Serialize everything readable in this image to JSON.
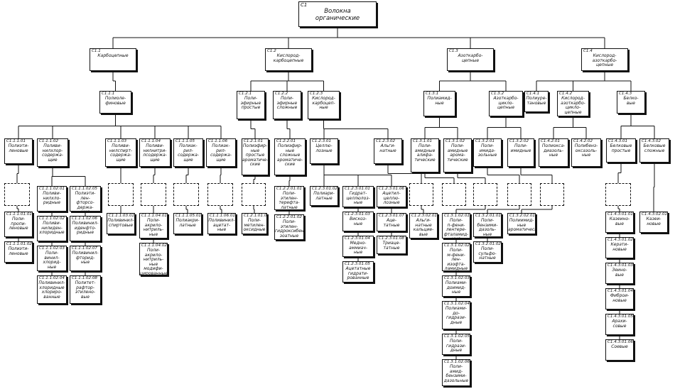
{
  "nodes": [
    {
      "id": "root",
      "code": "С1",
      "label": "Волокна\nорганические",
      "big": true
    },
    {
      "id": "c11",
      "code": "С1.1",
      "label": "Карбоцепные"
    },
    {
      "id": "c12",
      "code": "С1.2",
      "label": "Кислород-\nкарбоцепные"
    },
    {
      "id": "c13",
      "code": "С1.3",
      "label": "Азоткарбо-\nцепные"
    },
    {
      "id": "c14",
      "code": "С1.4",
      "label": "Кислород-\nазоткарбо-\nцепные"
    },
    {
      "id": "c111",
      "code": "С1.1.1",
      "label": "Полиоле-\nфиновые"
    },
    {
      "id": "c121",
      "code": "С1.2.1",
      "label": "Поли-\nэфирные\nпростые"
    },
    {
      "id": "c122",
      "code": "С1.2.2",
      "label": "Поли-\nэфирные\nсложные"
    },
    {
      "id": "c123",
      "code": "С1.2.3",
      "label": "Кислород-\nкарбоцеп-\nные"
    },
    {
      "id": "c131",
      "code": "С1.3.1",
      "label": "Полиамид-\nные"
    },
    {
      "id": "c132",
      "code": "С1.3.2",
      "label": "Азоткарбо-\nцикло-\nцепные"
    },
    {
      "id": "c141",
      "code": "С1.4.1",
      "label": "Полиуре-\nтановые"
    },
    {
      "id": "c142",
      "code": "С1.4.2",
      "label": "Кислород-\nазоткарбо-\nцикло-\nцепные"
    },
    {
      "id": "c143",
      "code": "С1.4.3",
      "label": "Белко-\nвые"
    },
    {
      "id": "n0101",
      "code": "С1.1.1.01",
      "label": "Полиэти-\nленовые"
    },
    {
      "id": "n0102",
      "code": "С1.1.1.02",
      "label": "Поливи-\nнилхлор-\nсодержа-\nщие"
    },
    {
      "id": "n0103",
      "code": "С1.1.1.03",
      "label": "Поливи-\nнилспирт-\nсодержа-\nщие"
    },
    {
      "id": "n0104",
      "code": "С1.1.1.04",
      "label": "Поливи-\nнилнитри-\nлсодержа-\nщие"
    },
    {
      "id": "n0105",
      "code": "С1.1.1.05",
      "label": "Полиак-\nрил-\nсодержа-\nщие"
    },
    {
      "id": "n0106",
      "code": "С1.1.1.06",
      "label": "Полиак-\nрил-\nсодержа-\nщие"
    },
    {
      "id": "n1201",
      "code": "С1.2.1.01",
      "label": "Полиэфир-\nные\nпростые\nароматиче-\nские"
    },
    {
      "id": "n1221",
      "code": "С1.2.2.01",
      "label": "Полиэфир-\nные\nсложные\nароматиче-\nские"
    },
    {
      "id": "n1231",
      "code": "С1.2.3.01",
      "label": "Целлю-\nлозные"
    },
    {
      "id": "n1232",
      "code": "С1.2.3.02",
      "label": "Альги-\nнатные"
    },
    {
      "id": "n1311",
      "code": "С1.3.1.01",
      "label": "Поли-\nамидные\nалифа-\nтические"
    },
    {
      "id": "n1312",
      "code": "С1.3.1.02",
      "label": "Поли-\nамидные\nарома-\nтические"
    },
    {
      "id": "n1321",
      "code": "С1.3.2.01",
      "label": "Поли-\nимида-\nзольные"
    },
    {
      "id": "n1322",
      "code": "С1.3.2.02",
      "label": "Поли-\nимидные"
    },
    {
      "id": "n1421",
      "code": "С1.4.2.01",
      "label": "Полиокса-\nдиазоль-\nные"
    },
    {
      "id": "n1422",
      "code": "С1.4.2.02",
      "label": "Полибенз-\nоксазоль-\nные"
    },
    {
      "id": "n1431",
      "code": "С1.4.3.01",
      "label": "Белковые\nпростые"
    },
    {
      "id": "n1432",
      "code": "С1.4.3.02",
      "label": "Белковые\nсложные"
    },
    {
      "id": "d1",
      "code": "",
      "label": "",
      "dashed": true
    },
    {
      "id": "d3",
      "code": "",
      "label": "",
      "dashed": true
    },
    {
      "id": "d4",
      "code": "",
      "label": "",
      "dashed": true
    },
    {
      "id": "d5",
      "code": "",
      "label": "",
      "dashed": true
    },
    {
      "id": "d6",
      "code": "",
      "label": "",
      "dashed": true
    },
    {
      "id": "d7",
      "code": "",
      "label": "",
      "dashed": true
    },
    {
      "id": "d8",
      "code": "",
      "label": "",
      "dashed": true
    },
    {
      "id": "d9",
      "code": "",
      "label": "",
      "dashed": true
    },
    {
      "id": "d10",
      "code": "",
      "label": "",
      "dashed": true
    },
    {
      "id": "d11",
      "code": "",
      "label": "",
      "dashed": true
    },
    {
      "id": "d12",
      "code": "",
      "label": "",
      "dashed": true
    },
    {
      "id": "d13",
      "code": "",
      "label": "",
      "dashed": true
    },
    {
      "id": "a1",
      "code": "С1.1.1.01.01",
      "label": "Поли-\nпропи-\nленовые"
    },
    {
      "id": "a2",
      "code": "С1.1.1.01.02",
      "label": "Полиэти-\nленовые"
    },
    {
      "id": "b1",
      "code": "С1.1.1.02.01",
      "label": "Поливи-\nнилхло-\nридные"
    },
    {
      "id": "b2",
      "code": "С1.1.1.02.02",
      "label": "Поливи-\nнилиден-\nхлоридные"
    },
    {
      "id": "b3",
      "code": "С1.1.1.02.03",
      "label": "Поли-\nвинил-\nхлорид-\nные"
    },
    {
      "id": "b4",
      "code": "С1.1.1.02.04",
      "label": "Поливинил-\nхлоридные\nхлориро-\nванные"
    },
    {
      "id": "c1",
      "code": "С1.1.1.02.05",
      "label": "Полиэти-\nлен-\nфторсо-\nдержа-\nщие"
    },
    {
      "id": "c2",
      "code": "С1.1.1.02.06",
      "label": "Поливинил-\nиденфто-\nридные"
    },
    {
      "id": "c3",
      "code": "С1.1.1.02.07",
      "label": "Поливинил-\nфторид-\nные"
    },
    {
      "id": "c4",
      "code": "С1.1.1.02.08",
      "label": "Политет-\nрафтор-\nэтилено-\nвые"
    },
    {
      "id": "e1",
      "code": "С1.1.1.03.01",
      "label": "Поливинил-\nспиртовые"
    },
    {
      "id": "f1",
      "code": "С1.1.1.04.01",
      "label": "Поли-\nакрило-\nнитриль-\nные"
    },
    {
      "id": "f2",
      "code": "С1.1.1.04.02",
      "label": "Поли-\nакрило-\nнитриль-\nные\nмодифи-\nцированные"
    },
    {
      "id": "g1",
      "code": "С1.1.1.05.01",
      "label": "Полиакри-\nлатные"
    },
    {
      "id": "h1",
      "code": "С1.1.1.06.01",
      "label": "Поливинил-\nацетат-\nные"
    },
    {
      "id": "i1",
      "code": "С1.2.1.01.01",
      "label": "Поли-\nметилен-\nоксидные"
    },
    {
      "id": "j1",
      "code": "С1.2.2.01.01",
      "label": "Поли-\nэтилен-\nтерефта-\nлатные"
    },
    {
      "id": "j2",
      "code": "С1.2.2.01.02",
      "label": "Поли-\nэтилен-\nгидроксибен-\nзоатные"
    },
    {
      "id": "k1",
      "code": "С1.2.3.01.02",
      "label": "Полиари-\nлатные"
    },
    {
      "id": "l1",
      "code": "С1.2.3.01.01",
      "label": "Гидрат-\nцеллюлоз-\nные"
    },
    {
      "id": "l2",
      "code": "С1.2.3.01.03",
      "label": "Вискоз-\nные"
    },
    {
      "id": "l3",
      "code": "С1.2.3.01.04",
      "label": "Медно-\nаммиач-\nные"
    },
    {
      "id": "l4",
      "code": "С1.2.3.01.05",
      "label": "Ацетатные\nгидрати-\nрованные"
    },
    {
      "id": "m1",
      "code": "С1.2.3.01.06",
      "label": "Ацетил-\nцеллю-\nлозные"
    },
    {
      "id": "m2",
      "code": "С1.2.3.01.07",
      "label": "Аце-\nтатные"
    },
    {
      "id": "m3",
      "code": "С1.2.3.01.08",
      "label": "Триаце-\nтатные"
    },
    {
      "id": "o1",
      "code": "С1.2.3.02.01",
      "label": "Альги-\nнатные\nкальцие-\nвые"
    },
    {
      "id": "p1",
      "code": "С1.3.1.02.01",
      "label": "Поли-\nп-фени-\nлентере-\nфталамид-\nные"
    },
    {
      "id": "p2",
      "code": "С1.3.1.02.02",
      "label": "Поли-\nм-фени-\nлен-\nизофта-\nламидные"
    },
    {
      "id": "p3",
      "code": "С1.3.1.02.03",
      "label": "Полиами-\nдоимид-\nные"
    },
    {
      "id": "p4",
      "code": "С1.3.1.02.04",
      "label": "Полиами-\nдо-\nгидрази-\nдные"
    },
    {
      "id": "p5",
      "code": "С1.3.1.02.05",
      "label": "Поли-\nгидрази-\nдные"
    },
    {
      "id": "p6",
      "code": "С1.3.1.02.06",
      "label": "Поли-\nамид-\nбензими-\nдазольные"
    },
    {
      "id": "q1",
      "code": "С1.3.2.01.01",
      "label": "Поли-\nбензими-\nдазоль-\nные"
    },
    {
      "id": "q2",
      "code": "С1.3.2.01.02",
      "label": "Поли-\nсульфо-\nнатные"
    },
    {
      "id": "r1",
      "code": "С1.3.2.02.01",
      "label": "Полиимид-\nные\nароматические"
    },
    {
      "id": "s1",
      "code": "С1.4.3.01.01",
      "label": "Казеино-\nвые"
    },
    {
      "id": "s2",
      "code": "С1.4.3.01.02",
      "label": "Керати-\nновые"
    },
    {
      "id": "s3",
      "code": "С1.4.3.01.03",
      "label": "Зеино-\nвые"
    },
    {
      "id": "s4",
      "code": "С1.4.3.01.04",
      "label": "Фиброи-\nновые"
    },
    {
      "id": "s5",
      "code": "С1.4.3.01.05",
      "label": "Арахи-\nсовые"
    },
    {
      "id": "s6",
      "code": "С1.4.3.01.06",
      "label": "Соевые"
    },
    {
      "id": "t1",
      "code": "С1.4.3.02.01",
      "label": "Казеи-\nновые"
    }
  ],
  "edges": [
    [
      "root",
      [
        "c11",
        "c12",
        "c13",
        "c14"
      ]
    ],
    [
      "c11",
      [
        "c111"
      ]
    ],
    [
      "c12",
      [
        "c121",
        "c122",
        "c123"
      ]
    ],
    [
      "c13",
      [
        "c131",
        "c132"
      ]
    ],
    [
      "c14",
      [
        "c141",
        "c142",
        "c143"
      ]
    ],
    [
      "c111",
      [
        "n0101",
        "n0102",
        "n0103",
        "n0104",
        "n0105",
        "n0106"
      ]
    ],
    [
      "c121",
      [
        "n1201"
      ]
    ],
    [
      "c122",
      [
        "n1221"
      ]
    ],
    [
      "c123",
      [
        "n1231",
        "n1232"
      ]
    ],
    [
      "c131",
      [
        "n1311",
        "n1312"
      ]
    ],
    [
      "c132",
      [
        "n1321",
        "n1322"
      ]
    ],
    [
      "c142",
      [
        "n1421",
        "n1422"
      ]
    ],
    [
      "c143",
      [
        "n1431",
        "n1432"
      ]
    ],
    [
      "n0101",
      [
        "d1"
      ]
    ],
    [
      "n0102",
      [
        "b1",
        "c1"
      ]
    ],
    [
      "n0103",
      [
        "d3"
      ]
    ],
    [
      "n0104",
      [
        "d4"
      ]
    ],
    [
      "n0105",
      [
        "d5"
      ]
    ],
    [
      "n0106",
      [
        "d6"
      ]
    ],
    [
      "n1201",
      [
        "d7"
      ]
    ],
    [
      "n1221",
      [
        "j1"
      ]
    ],
    [
      "n1231",
      [
        "k1",
        "l1",
        "m1"
      ]
    ],
    [
      "n1232",
      [
        "d8"
      ]
    ],
    [
      "n1311",
      [
        "d9"
      ]
    ],
    [
      "n1312",
      [
        "d10"
      ]
    ],
    [
      "n1321",
      [
        "d11"
      ]
    ],
    [
      "n1322",
      [
        "d12"
      ]
    ],
    [
      "n1431",
      [
        "d13"
      ]
    ],
    [
      "n1432",
      [
        "t1"
      ]
    ],
    [
      "d1",
      [
        "a1"
      ]
    ],
    [
      "d3",
      [
        "e1"
      ]
    ],
    [
      "d4",
      [
        "f1"
      ]
    ],
    [
      "d5",
      [
        "g1"
      ]
    ],
    [
      "d6",
      [
        "h1"
      ]
    ],
    [
      "d7",
      [
        "i1"
      ]
    ],
    [
      "d8",
      [
        "o1"
      ]
    ],
    [
      "d10",
      [
        "p1"
      ]
    ],
    [
      "d11",
      [
        "q1"
      ]
    ],
    [
      "d12",
      [
        "r1"
      ]
    ],
    [
      "d13",
      [
        "s1"
      ]
    ]
  ],
  "chains": [
    [
      "a1",
      "a2"
    ],
    [
      "b1",
      "b2",
      "b3",
      "b4"
    ],
    [
      "c1",
      "c2",
      "c3",
      "c4"
    ],
    [
      "f1",
      "f2"
    ],
    [
      "j1",
      "j2"
    ],
    [
      "l1",
      "l2",
      "l3",
      "l4"
    ],
    [
      "m1",
      "m2",
      "m3"
    ],
    [
      "p1",
      "p2",
      "p3",
      "p4",
      "p5",
      "p6"
    ],
    [
      "q1",
      "q2"
    ],
    [
      "s1",
      "s2",
      "s3",
      "s4",
      "s5",
      "s6"
    ]
  ]
}
